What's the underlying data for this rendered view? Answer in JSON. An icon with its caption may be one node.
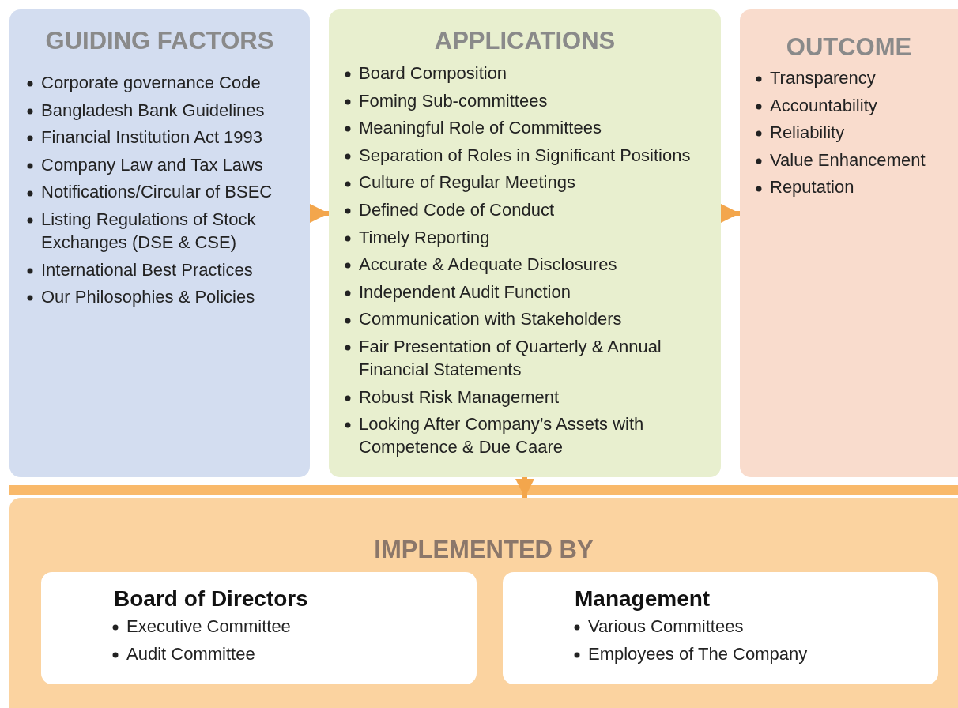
{
  "diagram": {
    "nodes": [
      {
        "text": [
          "GUIDING FACTORS",
          "Corporate governance Code",
          "Bangladesh Bank Guidelines",
          "Financial Institution Act 1993",
          "Company Law and Tax Laws",
          "Notifications/Circular of BSEC",
          "Listing Regulations of Stock Exchanges (DSE & CSE)",
          "International Best Practices",
          "Our Philosophies & Policies"
        ]
      },
      {
        "text": [
          "APPLICATIONS",
          "Board Composition",
          "Foming Sub-committees",
          "Meaningful Role of Committees",
          "Separation of Roles in Significant Positions",
          "Culture of Regular Meetings",
          "Defined Code of Conduct",
          "Timely Reporting",
          "Accurate & Adequate Disclosures",
          "Independent Audit Function",
          "Communication with Stakeholders",
          "Fair Presentation of Quarterly & Annual Financial Statements",
          "Robust Risk Management",
          "Looking After Company’s Assets with Competence & Due Caare"
        ]
      },
      {
        "text": [
          "OUTCOME",
          "Transparency",
          "Accountability",
          "Reliability",
          "Value Enhancement",
          "Reputation"
        ]
      },
      {
        "text": [
          "IMPLEMENTED BY"
        ]
      },
      {
        "text": [
          "Board of Directors",
          "Executive Committee",
          "Audit Committee"
        ],
        "in": 3
      },
      {
        "text": [
          "Management",
          "Various Committees",
          "Employees of The Company"
        ],
        "in": 3
      }
    ],
    "edges": [
      {
        "from": 0,
        "to": 1,
        "arrow": "to"
      },
      {
        "from": 1,
        "to": 2,
        "arrow": "to"
      },
      {
        "from": 1,
        "to": 3,
        "arrow": "to"
      }
    ]
  }
}
